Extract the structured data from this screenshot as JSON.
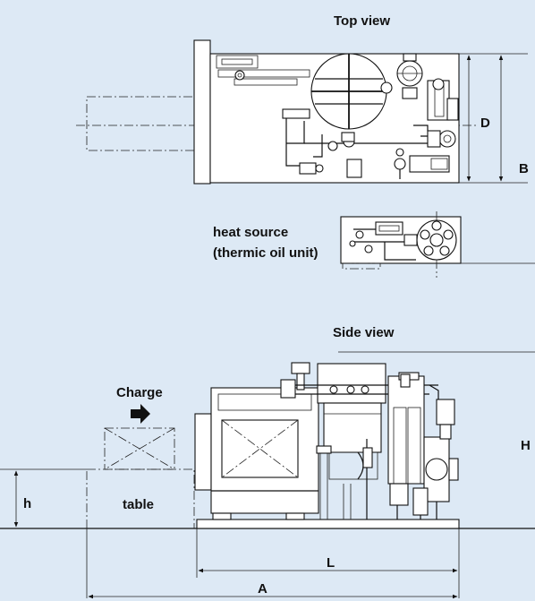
{
  "labels": {
    "top_view": "Top view",
    "side_view": "Side view",
    "heat_source_line1": "heat source",
    "heat_source_line2": "(thermic oil unit)",
    "charge": "Charge",
    "table": "table",
    "dim_D": "D",
    "dim_B": "B",
    "dim_H": "H",
    "dim_h": "h",
    "dim_L": "L",
    "dim_A": "A"
  },
  "colors": {
    "background": "#dde9f5",
    "line": "#111111",
    "fill": "#ffffff"
  }
}
